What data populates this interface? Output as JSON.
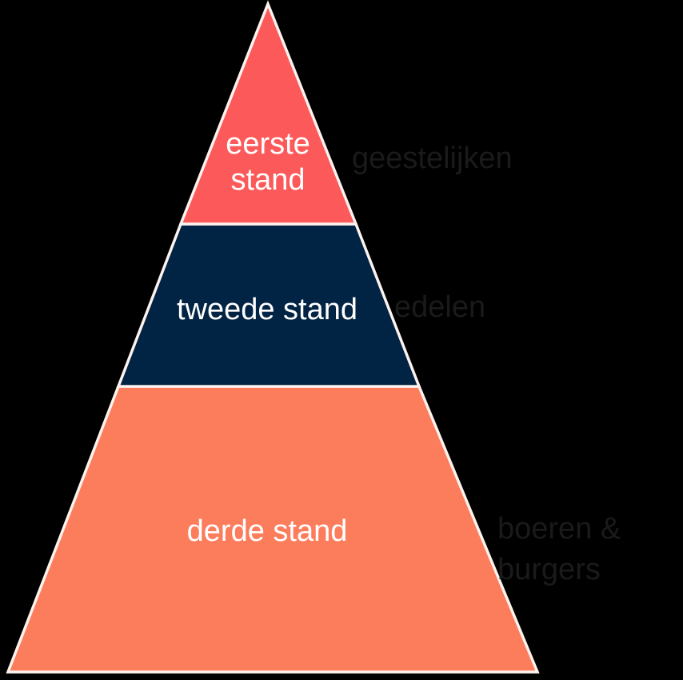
{
  "figure": {
    "type": "pyramid-diagram",
    "background_color": "#000000",
    "outline_color": "#fdf2ee",
    "inner_label_color": "#ffffff",
    "side_label_color": "#1a1a1a",
    "language": "nl"
  },
  "tiers": [
    {
      "id": "tier-1",
      "inner_label": "eerste",
      "inner_label_line2": "stand",
      "inner_label_full": "eerste stand",
      "side_label": "geestelijken",
      "side_label_line2": "",
      "color": "#fc5a5a",
      "rank": 1
    },
    {
      "id": "tier-2",
      "inner_label": "tweede stand",
      "inner_label_line2": "",
      "inner_label_full": "tweede stand",
      "side_label": "edelen",
      "side_label_line2": "",
      "color": "#022444",
      "rank": 2
    },
    {
      "id": "tier-3",
      "inner_label": "derde stand",
      "inner_label_line2": "",
      "inner_label_full": "derde stand",
      "side_label": "boeren &",
      "side_label_line2": "burgers",
      "color": "#fc7d5c",
      "rank": 3
    }
  ]
}
